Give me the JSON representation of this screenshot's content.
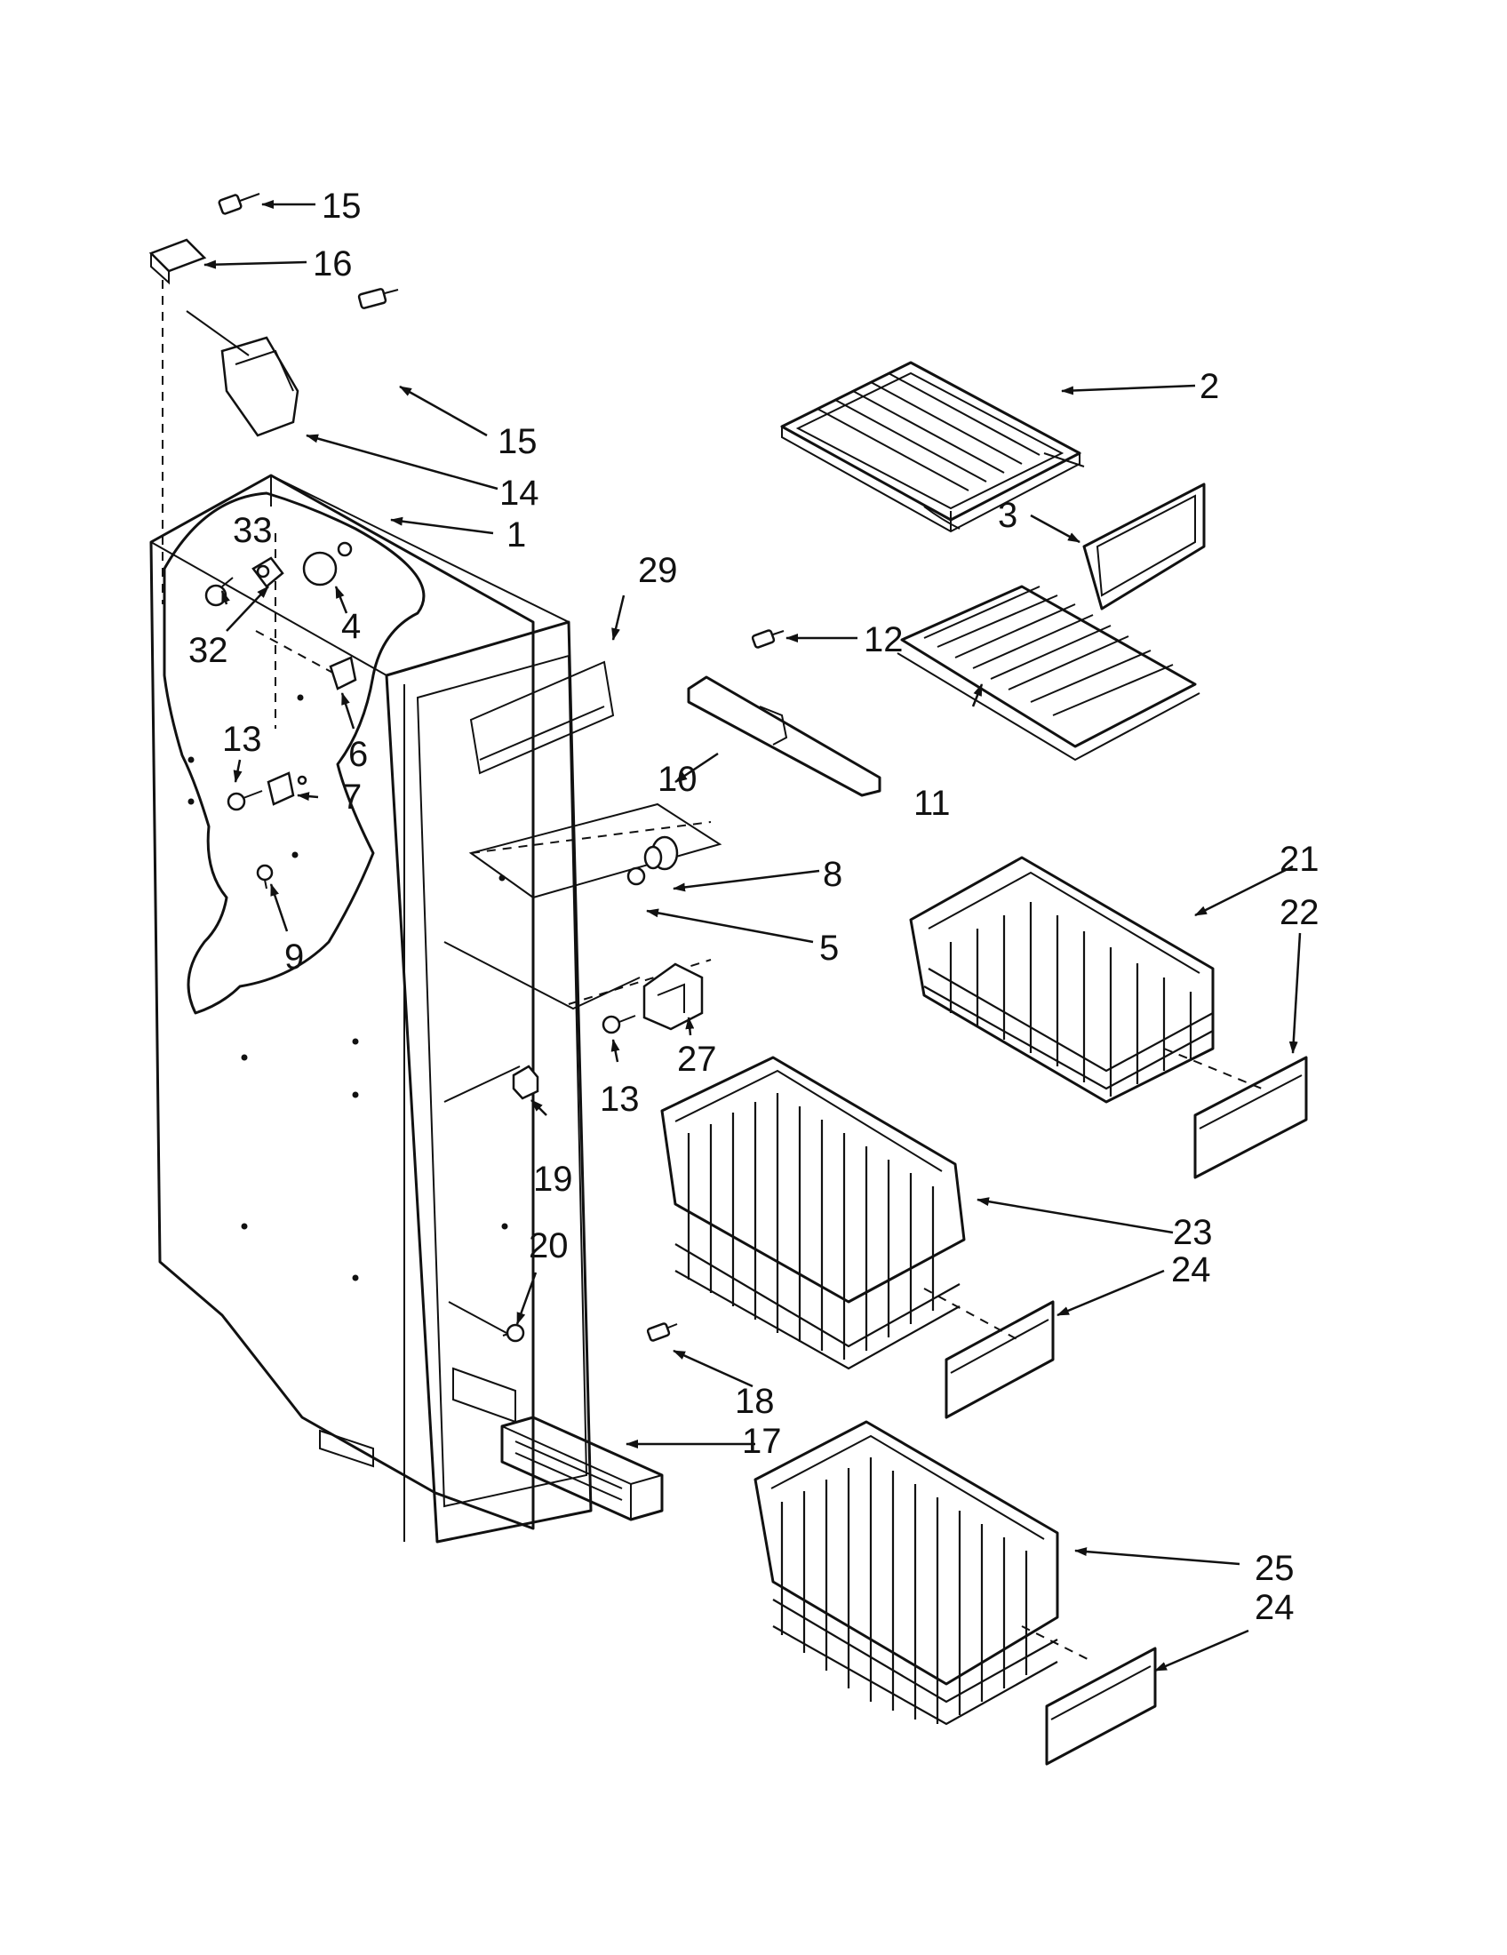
{
  "diagram": {
    "callouts": {
      "c1": "1",
      "c2": "2",
      "c3": "3",
      "c4": "4",
      "c5": "5",
      "c6": "6",
      "c7": "7",
      "c8": "8",
      "c9": "9",
      "c10": "10",
      "c11": "11",
      "c12": "12",
      "c13a": "13",
      "c13b": "13",
      "c14": "14",
      "c15a": "15",
      "c15b": "15",
      "c16": "16",
      "c17": "17",
      "c18": "18",
      "c19": "19",
      "c20": "20",
      "c21": "21",
      "c22": "22",
      "c23": "23",
      "c24a": "24",
      "c24b": "24",
      "c25": "25",
      "c27": "27",
      "c29": "29",
      "c32": "32",
      "c33": "33"
    }
  }
}
